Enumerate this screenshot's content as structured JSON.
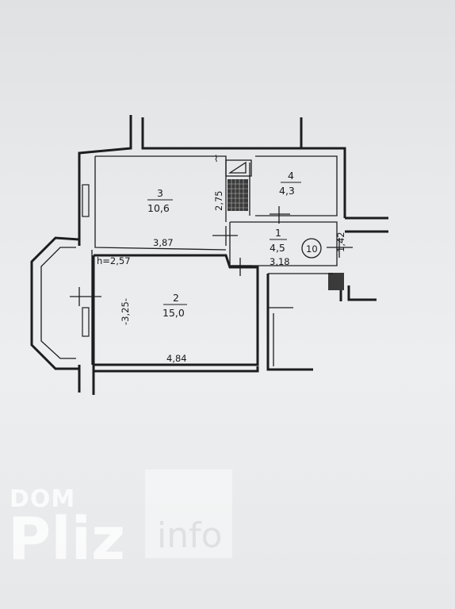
{
  "plan": {
    "rooms": [
      {
        "id": "room-3",
        "number": "3",
        "area": "10,6"
      },
      {
        "id": "room-4",
        "number": "4",
        "area": "4,3"
      },
      {
        "id": "room-1",
        "number": "1",
        "area": "4,5"
      },
      {
        "id": "room-2",
        "number": "2",
        "area": "15,0"
      }
    ],
    "dimensions": {
      "d387": "3,87",
      "d484": "4,84",
      "d318": "3,18",
      "d275": "2,75",
      "d142": "1,42",
      "d325": "-3,25-"
    },
    "ceiling_height": "h=2,57",
    "circled_number": "10"
  },
  "watermark": {
    "brand_top": "DOM",
    "brand_main": "Pliz",
    "brand_suffix": "info"
  },
  "colors": {
    "line": "#1d1d1f",
    "paper": "#e7e9eb",
    "watermark": "#ffffff"
  }
}
